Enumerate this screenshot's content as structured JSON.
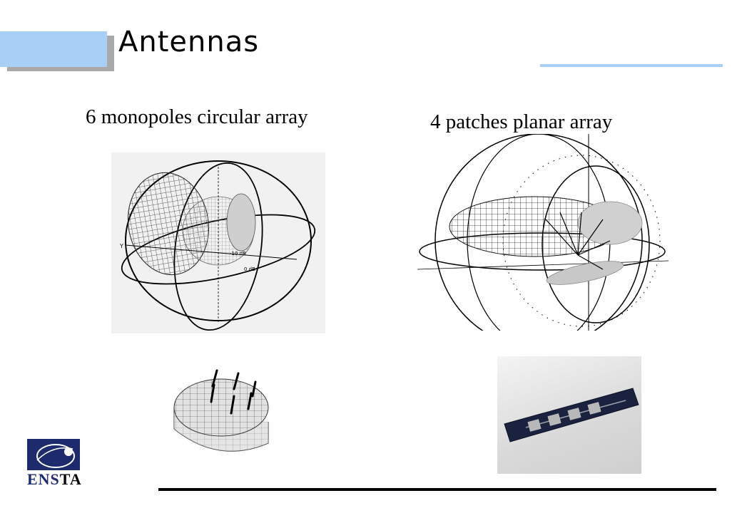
{
  "slide": {
    "title": "Antennas",
    "left_caption": "6 monopoles circular array",
    "right_caption": "4 patches planar array"
  },
  "left_pattern": {
    "axis_label_y": "Y",
    "label_10db": "-10 dB",
    "label_0db": "0 dB"
  },
  "logo": {
    "text_ens": "ENS",
    "text_ta": "TA"
  },
  "colors": {
    "accent": "#a8d0f7",
    "shadow": "#a9a9a9",
    "logo_blue": "#1d2a6e"
  }
}
